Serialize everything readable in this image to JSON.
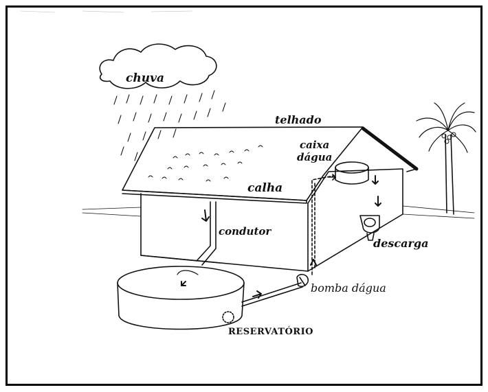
{
  "labels": {
    "chuva": "chuva",
    "telhado": "telhado",
    "caixa_line1": "caixa",
    "caixa_line2": "dágua",
    "calha": "calha",
    "condutor": "condutor",
    "descarga": "descarga",
    "bomba": "bomba dágua",
    "reservatorio": "RESERVATÓRIO"
  },
  "colors": {
    "ink": "#111111",
    "paper": "#ffffff"
  }
}
